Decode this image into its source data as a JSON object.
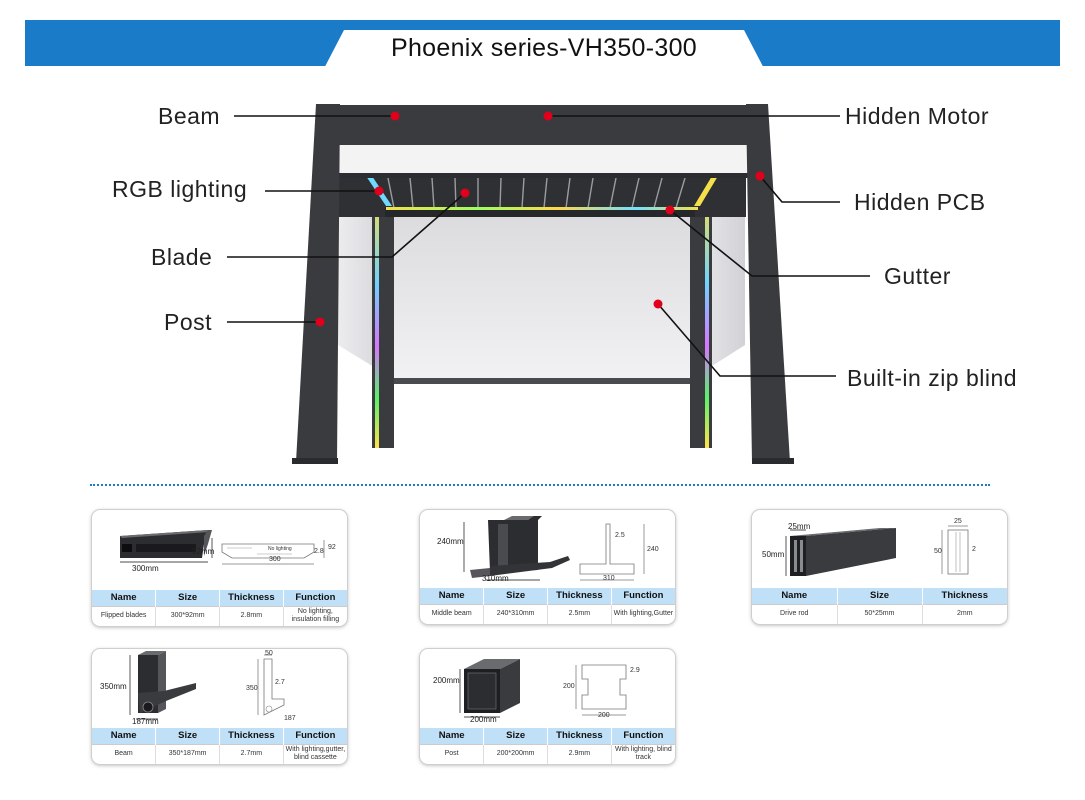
{
  "header": {
    "title": "Phoenix series-VH350-300"
  },
  "callouts": {
    "beam": "Beam",
    "rgb_lighting": "RGB lighting",
    "blade": "Blade",
    "post": "Post",
    "hidden_motor": "Hidden Motor",
    "hidden_pcb": "Hidden PCB",
    "gutter": "Gutter",
    "zip_blind": "Built-in zip blind"
  },
  "colors": {
    "header_blue": "#1a7bc9",
    "frame": "#3a3b3e",
    "table_header": "#bfe0f6",
    "dot_red": "#e0001b"
  },
  "table_headers": {
    "name": "Name",
    "size": "Size",
    "thickness": "Thickness",
    "function": "Function"
  },
  "cards": {
    "blades": {
      "name": "Flipped blades",
      "size": "300*92mm",
      "thickness": "2.8mm",
      "function": "No lighting, insulation filling",
      "dims": {
        "w": "300mm",
        "h": "92mm",
        "s_w": "300",
        "s_h": "92",
        "s_t": "2.8",
        "s_note": "No lighting"
      }
    },
    "middle_beam": {
      "name": "Middle beam",
      "size": "240*310mm",
      "thickness": "2.5mm",
      "function": "With lighting,Gutter",
      "dims": {
        "w": "310mm",
        "h": "240mm",
        "s_w": "310",
        "s_h": "240",
        "s_t": "2.5"
      }
    },
    "drive_rod": {
      "name": "Drive rod",
      "size": "50*25mm",
      "thickness": "2mm",
      "dims": {
        "w": "25mm",
        "h": "50mm",
        "s_w": "25",
        "s_h": "50",
        "s_t": "2"
      }
    },
    "beam": {
      "name": "Beam",
      "size": "350*187mm",
      "thickness": "2.7mm",
      "function": "With lighting,gutter, blind cassette",
      "dims": {
        "w": "187mm",
        "h": "350mm",
        "s_w": "187",
        "s_h": "350",
        "s_t": "2.7",
        "s_top": "50"
      }
    },
    "post": {
      "name": "Post",
      "size": "200*200mm",
      "thickness": "2.9mm",
      "function": "With lighting, blind track",
      "dims": {
        "w": "200mm",
        "h": "200mm",
        "s_w": "200",
        "s_h": "200",
        "s_t": "2.9"
      }
    }
  }
}
